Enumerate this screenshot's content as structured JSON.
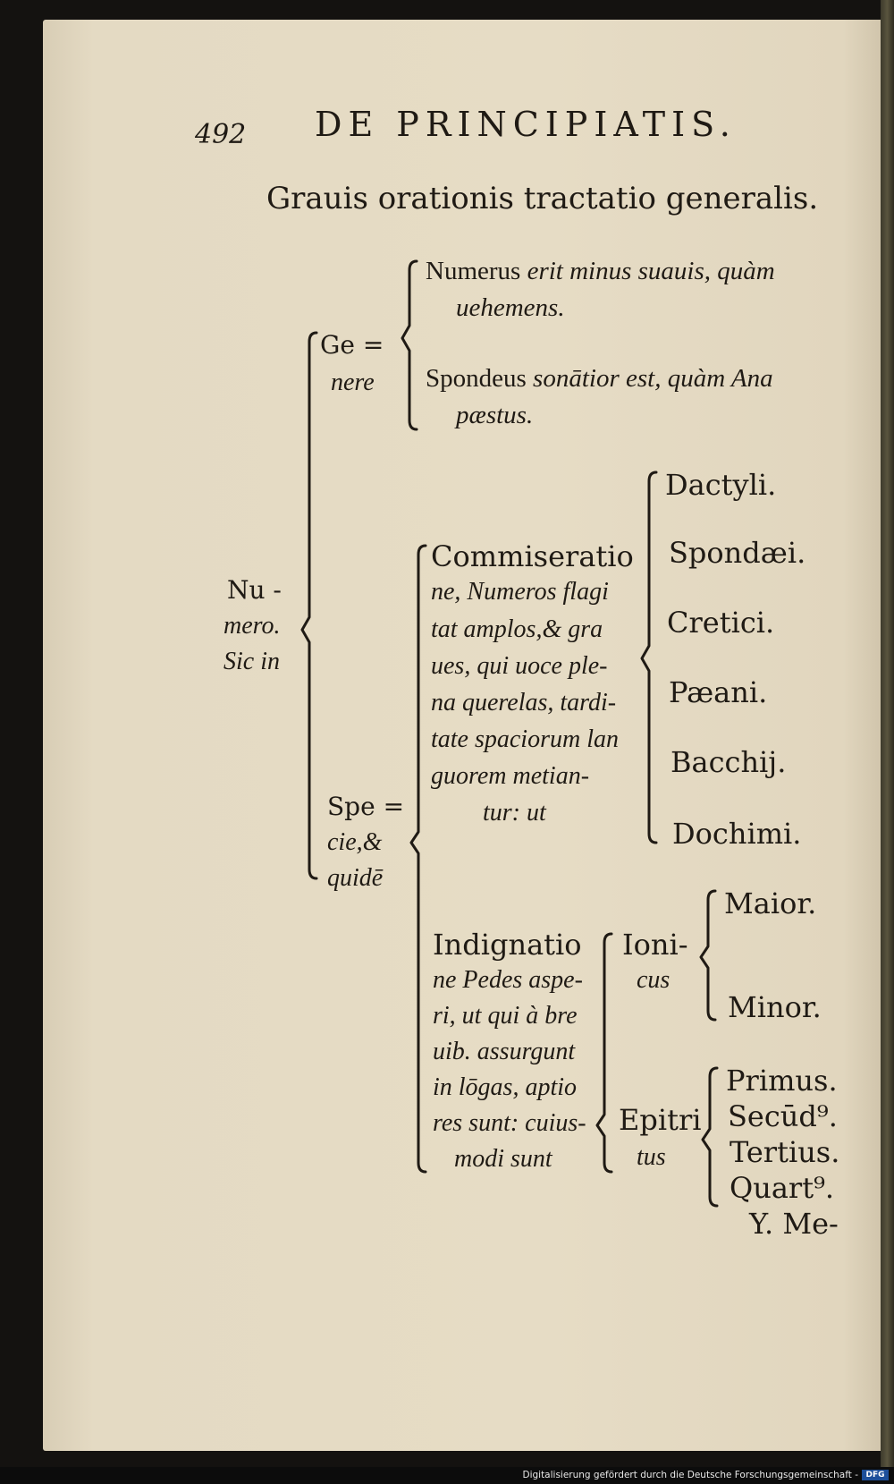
{
  "header": {
    "page_number": "492",
    "running_title": "DE PRINCIPIATIS."
  },
  "heading": "Grauis orationis tractatio generalis.",
  "tree": {
    "root": [
      "Nu -",
      "mero.",
      "Sic in"
    ],
    "genere": {
      "label": [
        "Ge =",
        "nere"
      ],
      "items": [
        {
          "lead": "Numerus",
          "text": " erit minus suauis, quàm",
          "cont": "uehemens."
        },
        {
          "lead": "Spondeus",
          "text": " sonātior est, quàm Ana",
          "cont": "pæstus."
        }
      ]
    },
    "specie": {
      "label": [
        "Spe =",
        "cie,&",
        "quidē"
      ],
      "commiseratio": {
        "lines": [
          "Commiseratio",
          "ne, Numeros flagi",
          "tat amplos,& gra",
          "ues, qui uoce ple-",
          "na querelas, tardi-",
          "tate spaciorum lan",
          "guorem metian-",
          "tur: ut"
        ],
        "feet": [
          "Dactyli.",
          "Spondæi.",
          "Cretici.",
          "Pæani.",
          "Bacchij.",
          "Dochimi."
        ]
      },
      "indignatio": {
        "lines": [
          "Indignatio",
          "ne Pedes aspe-",
          "ri, ut qui à bre",
          "uib. assurgunt",
          "in lōgas, aptio",
          "res sunt: cuius-",
          "modi sunt"
        ],
        "ionicus": {
          "label": [
            "Ioni-",
            "cus"
          ],
          "items": [
            "Maior.",
            "Minor."
          ]
        },
        "epitritus": {
          "label": [
            "Epitri",
            "tus"
          ],
          "items": [
            "Primus.",
            "Secūd⁹.",
            "Tertius.",
            "Quart⁹."
          ]
        }
      }
    }
  },
  "catchword": "Y. Me-",
  "footer": {
    "digitization_note": "Digitalisierung gefördert durch die Deutsche Forschungsgemeinschaft -",
    "logo_text": "DFG"
  }
}
